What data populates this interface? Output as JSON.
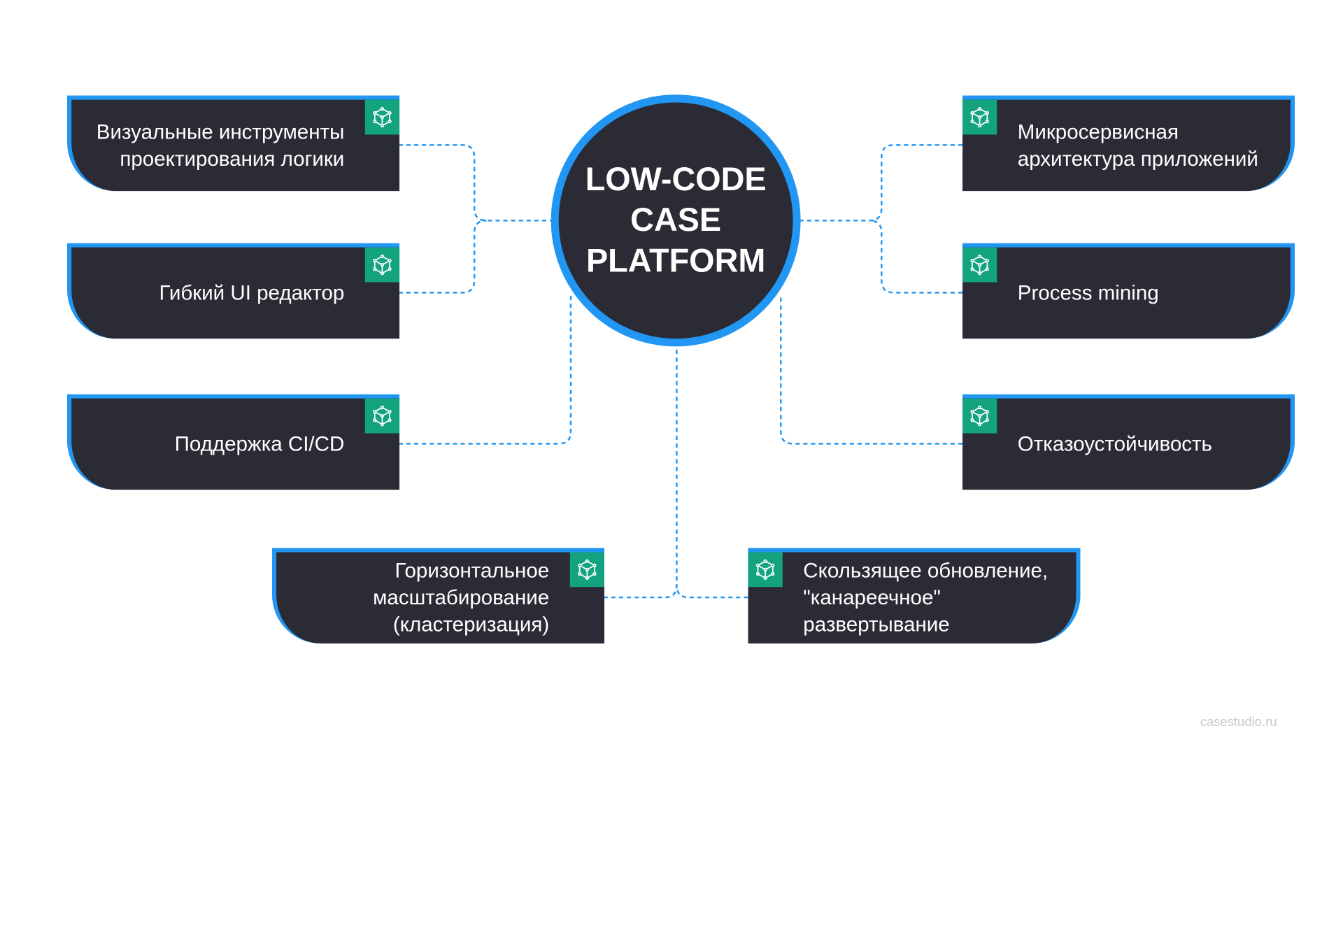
{
  "hub": {
    "title": "LOW-CODE\nCASE\nPLATFORM"
  },
  "features": {
    "visual_tools": "Визуальные инструменты\nпроектирования логики",
    "ui_editor": "Гибкий UI редактор",
    "cicd": "Поддержка CI/CD",
    "scaling": "Горизонтальное\nмасштабирование\n(кластеризация)",
    "microservices": "Микросервисная\nархитектура приложений",
    "process_mining": "Process mining",
    "fault_tolerance": "Отказоустойчивость",
    "rolling_update": "Скользящее обновление,\n\"канареечное\"\nразвертывание"
  },
  "badge_icon": "cube-network-icon",
  "watermark": "casestudio.ru",
  "colors": {
    "card_fill": "#2b2b35",
    "accent_blue": "#2196f3",
    "badge_green": "#14a37f",
    "connector": "#2196f3"
  }
}
